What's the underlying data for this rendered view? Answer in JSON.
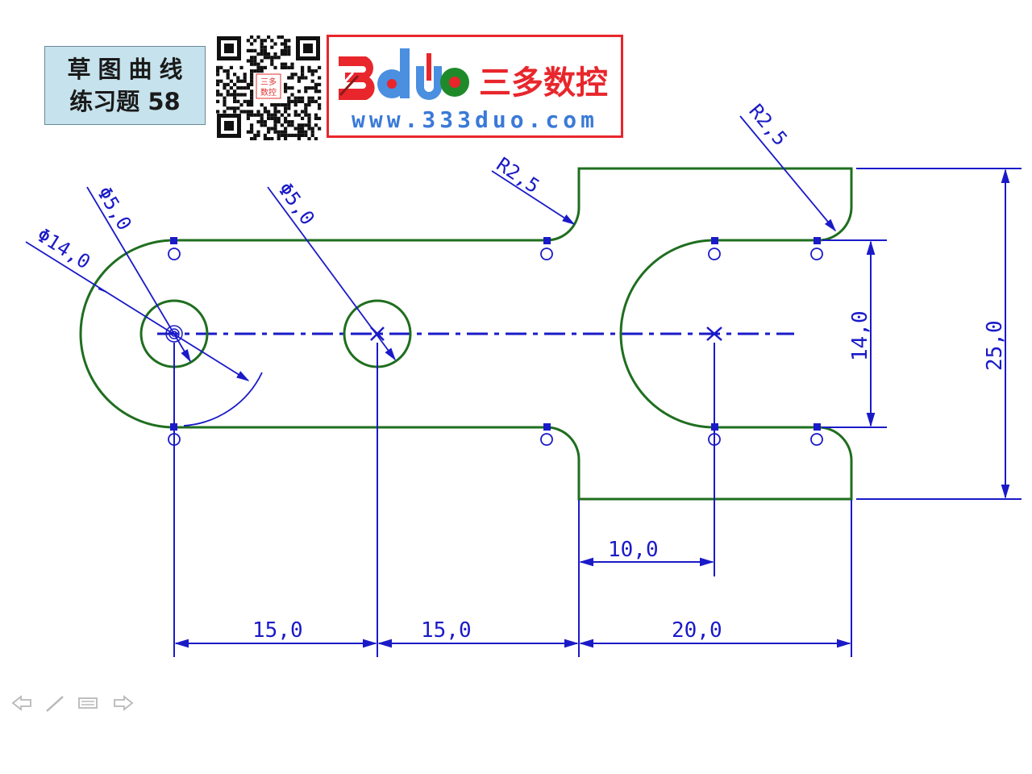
{
  "title": {
    "line1": "草图曲线",
    "line2": "练习题 58"
  },
  "qr": {
    "center_label": "三多数控"
  },
  "logo": {
    "brand_mark": "3duo",
    "brand_name": "三多数控",
    "url": "www.333duo.com"
  },
  "drawing": {
    "dimensions": {
      "dia_outer": "Φ14,0",
      "dia_hole_left": "Φ5,0",
      "dia_hole_mid": "Φ5,0",
      "radius_left_step": "R2,5",
      "radius_right_top": "R2,5",
      "height_slot": "14,0",
      "height_total": "25,0",
      "width_15a": "15,0",
      "width_15b": "15,0",
      "width_20": "20,0",
      "width_10": "10,0"
    },
    "colors": {
      "outline": "#1f6e1f",
      "dimension": "#1a1ac8",
      "centerline": "#1a1ac8",
      "constraint_point": "#1a1ac8"
    }
  },
  "nav": {
    "icons": [
      "arrow-left-icon",
      "pen-icon",
      "menu-icon",
      "arrow-right-icon"
    ]
  }
}
